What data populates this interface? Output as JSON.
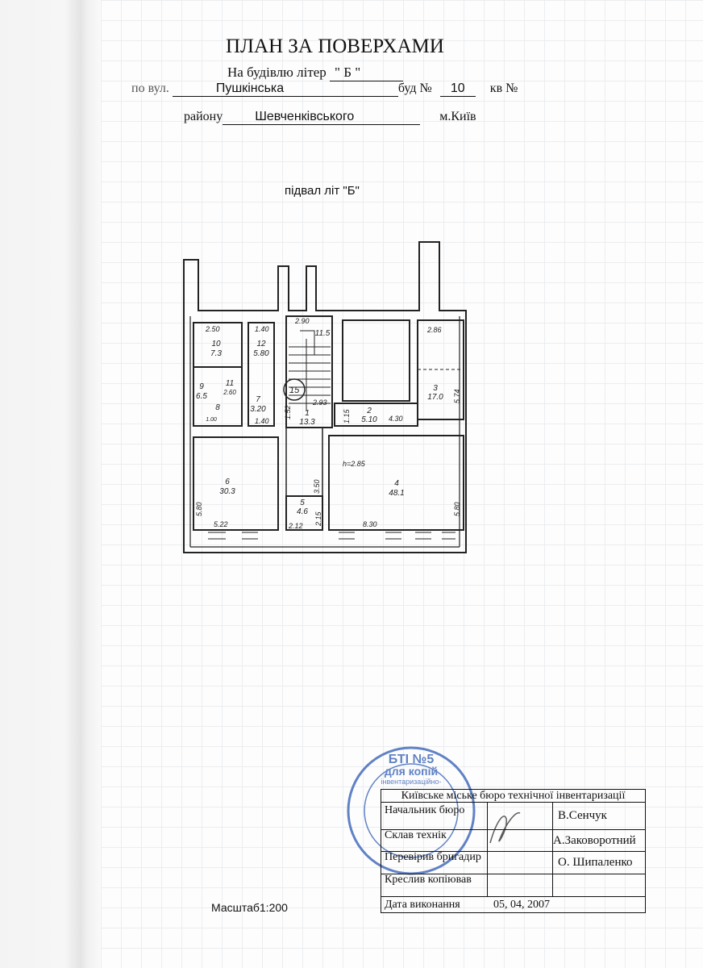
{
  "header": {
    "title": "ПЛАН ЗА ПОВЕРХАМИ",
    "building_label": "На будівлю літер",
    "building_letter": "\" Б \"",
    "street_label": "по вул.",
    "street": "Пушкінська",
    "house_label": "буд №",
    "house_number": "10",
    "apartment_label": "кв №",
    "district_label": "району",
    "district": "Шевченківського",
    "city": "м.Київ"
  },
  "plan": {
    "subtitle": "підвал літ \"Б\"",
    "height_note": "h=2.85",
    "rooms": [
      {
        "number": "1",
        "area": "13.3"
      },
      {
        "number": "2",
        "area": "5.10"
      },
      {
        "number": "3",
        "area": "17.0"
      },
      {
        "number": "4",
        "area": "48.1"
      },
      {
        "number": "5",
        "area": "4.6"
      },
      {
        "number": "6",
        "area": "30.3"
      },
      {
        "number": "7",
        "area": "3.20"
      },
      {
        "number": "8",
        "area": "1.00"
      },
      {
        "number": "9",
        "area": "6.5"
      },
      {
        "number": "10",
        "area": "7.3"
      },
      {
        "number": "11",
        "area": "2.60"
      },
      {
        "number": "12",
        "area": "5.80"
      },
      {
        "number": "",
        "area": "11.5"
      }
    ],
    "stair_label": "15",
    "dimensions": [
      "2.50",
      "1.40",
      "2.90",
      "2.86",
      "5.74",
      "1.40",
      "1.52",
      "2.93",
      "1.15",
      "4.30",
      "5.80",
      "5.22",
      "3.50",
      "2.15",
      "2.12",
      "8.30",
      "5.80"
    ]
  },
  "scale": "Масштаб1:200",
  "stamp": {
    "line1": "для копій",
    "line2": "інвентаризаційно-",
    "line3": "БТІ №5",
    "color": "#3a64b8"
  },
  "signoff": {
    "org": "Київське міське бюро технічної інвентаризації",
    "rows": [
      {
        "role": "Начальник бюро",
        "name": "В.Сенчук"
      },
      {
        "role": "Склав технік",
        "name": "А.Заковоротний"
      },
      {
        "role": "Перевірив бригадир",
        "name": "О. Шипаленко"
      },
      {
        "role": "Креслив копіював",
        "name": ""
      }
    ],
    "date_label": "Дата виконання",
    "date": "05, 04, 2007"
  }
}
